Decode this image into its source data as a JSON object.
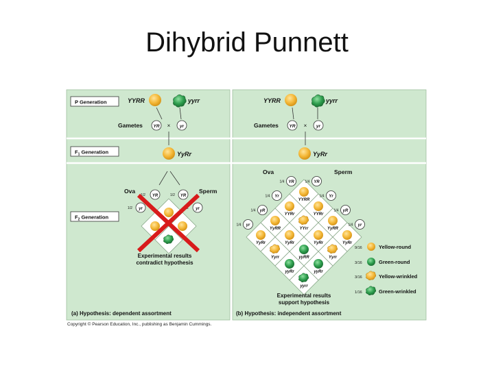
{
  "slide_title": "Dihybrid Punnett",
  "panel_a": {
    "p_generation_label": "P Generation",
    "parent1_genotype": "YYRR",
    "parent2_genotype": "yyrr",
    "gametes_label": "Gametes",
    "gamete1": "YR",
    "gamete2": "yr",
    "cross_symbol": "×",
    "f1_generation_label": "F",
    "f1_subscript": "1",
    "f1_generation_suffix": " Generation",
    "f1_genotype": "YyRr",
    "ova_label": "Ova",
    "sperm_label": "Sperm",
    "fraction_half": "1/2",
    "ova_gametes": [
      "YR",
      "yr"
    ],
    "sperm_gametes": [
      "YR",
      "yr"
    ],
    "f2_generation_label": "F",
    "f2_subscript": "2",
    "f2_generation_suffix": " Generation",
    "result_line1": "Experimental results",
    "result_line2": "contradict hypothesis",
    "caption_letter": "(a)",
    "caption_text": " Hypothesis: dependent assortment"
  },
  "panel_b": {
    "parent1_genotype": "YYRR",
    "parent2_genotype": "yyrr",
    "gametes_label": "Gametes",
    "gamete1": "YR",
    "gamete2": "yr",
    "cross_symbol": "×",
    "f1_genotype": "YyRr",
    "ova_label": "Ova",
    "sperm_label": "Sperm",
    "fraction_quarter": "1/4",
    "gametes": [
      "YR",
      "Yr",
      "yR",
      "yr"
    ],
    "grid_row1": [
      "YYRR",
      "YYRr",
      "YyRR",
      "YyRr"
    ],
    "grid_row2": [
      "YYRr",
      "YYrr",
      "YyRr",
      "Yyrr"
    ],
    "grid_row3": [
      "YyRR",
      "YyRr",
      "yyRR",
      "yyRr"
    ],
    "grid_row4": [
      "YyRr",
      "Yyrr",
      "yyRr",
      "yyrr"
    ],
    "result_line1": "Experimental results",
    "result_line2": "support hypothesis",
    "caption_letter": "(b)",
    "caption_text": " Hypothesis: independent assortment",
    "legend": [
      {
        "fraction": "9/16",
        "label": "Yellow-round"
      },
      {
        "fraction": "3/16",
        "label": "Green-round"
      },
      {
        "fraction": "3/16",
        "label": "Yellow-wrinkled"
      },
      {
        "fraction": "1/16",
        "label": "Green-wrinkled"
      }
    ]
  },
  "credit": "Copyright © Pearson Education, Inc., publishing as Benjamin Cummings.",
  "colors": {
    "panel_bg": "#cfe8cf",
    "yellow_pea": "#f2b632",
    "green_pea": "#2e9e4e",
    "red_x": "#d81b1b"
  }
}
